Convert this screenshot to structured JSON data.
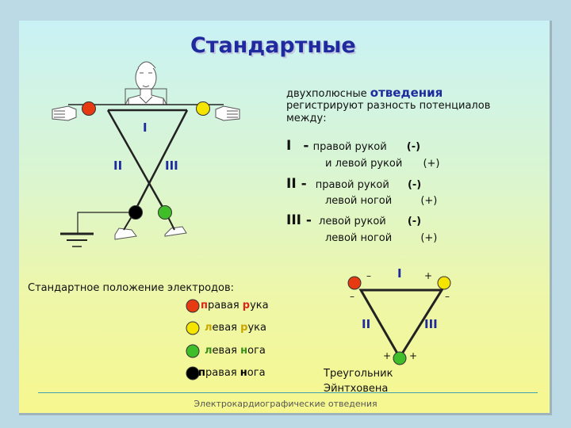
{
  "title": "Стандартные",
  "intro": {
    "lead": "двухполюсные",
    "highlight": "отведения",
    "line2": "регистрируют разность потенциалов",
    "line3": "между:"
  },
  "leads": [
    {
      "numeral": "I",
      "dash": "-",
      "a": "правой рукой",
      "a_sign": "(-)",
      "b": "и левой рукой",
      "b_sign": "(+)"
    },
    {
      "numeral": "II -",
      "a": "правой рукой",
      "a_sign": "(-)",
      "b": "левой ногой",
      "b_sign": "(+)"
    },
    {
      "numeral": "III -",
      "a": "левой рукой",
      "a_sign": "(-)",
      "b": "левой ногой",
      "b_sign": "(+)"
    }
  ],
  "figure_labels": {
    "I": "I",
    "II": "II",
    "III": "III"
  },
  "legend": {
    "title": "Стандартное положение электродов:",
    "items": [
      {
        "first": "п",
        "first_b": "р",
        "word1": "равая ",
        "word2": "ука",
        "color": "#e63b12"
      },
      {
        "first": "л",
        "first_b": "р",
        "word1": "евая ",
        "word2": "ука",
        "color": "#f5e400"
      },
      {
        "first": "л",
        "first_b": "н",
        "word1": "евая ",
        "word2": "ога",
        "color": "#3fbe2a"
      },
      {
        "first": "п",
        "first_b": "н",
        "word1": "равая ",
        "word2": "ога",
        "color": "#000000"
      }
    ]
  },
  "triangle": {
    "labels": {
      "I": "I",
      "II": "II",
      "III": "III"
    },
    "signs": {
      "tl_minus": "–",
      "tr_plus": "+",
      "l_minus": "–",
      "r_minus": "–",
      "bl_plus": "+",
      "br_plus": "+"
    },
    "caption1": "Треугольник",
    "caption2": "Эйнтховена"
  },
  "footer": "Электрокардиографические отведения",
  "colors": {
    "red": "#e63b12",
    "yellow": "#f5e400",
    "green": "#3fbe2a",
    "black": "#000000",
    "title": "#1e2a9e"
  }
}
